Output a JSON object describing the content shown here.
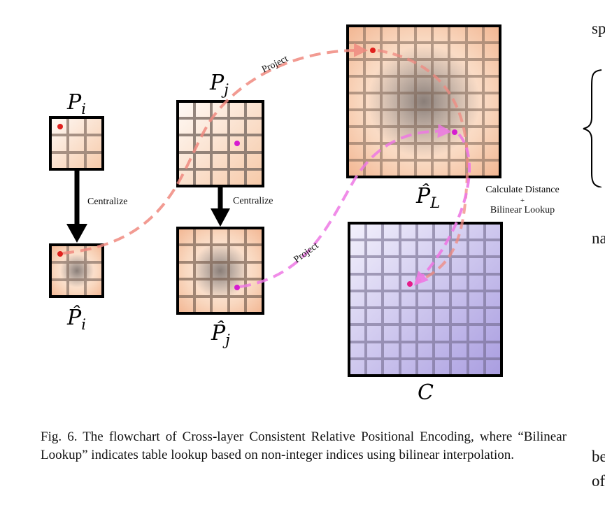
{
  "figure": {
    "labels": {
      "p_i": "P",
      "p_i_sub": "i",
      "p_j": "P",
      "p_j_sub": "j",
      "p_hat_i": "P̂",
      "p_hat_i_sub": "i",
      "p_hat_j": "P̂",
      "p_hat_j_sub": "j",
      "p_hat_l": "P̂",
      "p_hat_l_sub": "L",
      "c": "C"
    },
    "arrow_labels": {
      "centralize_left": "Centralize",
      "centralize_right": "Centralize",
      "project_top": "Project",
      "project_bottom": "Project",
      "distance_line1": "Calculate Distance",
      "distance_line2": "+",
      "distance_line3": "Bilinear Lookup"
    },
    "colors": {
      "peach": "#f1b58f",
      "peach_light": "#fff4ec",
      "lavender": "#b3a8e2",
      "lavender_light": "#efedfb",
      "red_dot": "#e0201d",
      "magenta_dot": "#d61bd0",
      "salmon_arrow": "#f08a80",
      "pink_arrow": "#ee79e4"
    }
  },
  "caption": {
    "text": "Fig. 6.  The flowchart of Cross-layer Consistent Relative Positional Encoding, where “Bilinear Lookup” indicates table lookup based on non-integer indices using bilinear interpolation."
  },
  "margin_fragments": {
    "sp": "sp",
    "na": "na",
    "be": "be",
    "of": "of"
  }
}
